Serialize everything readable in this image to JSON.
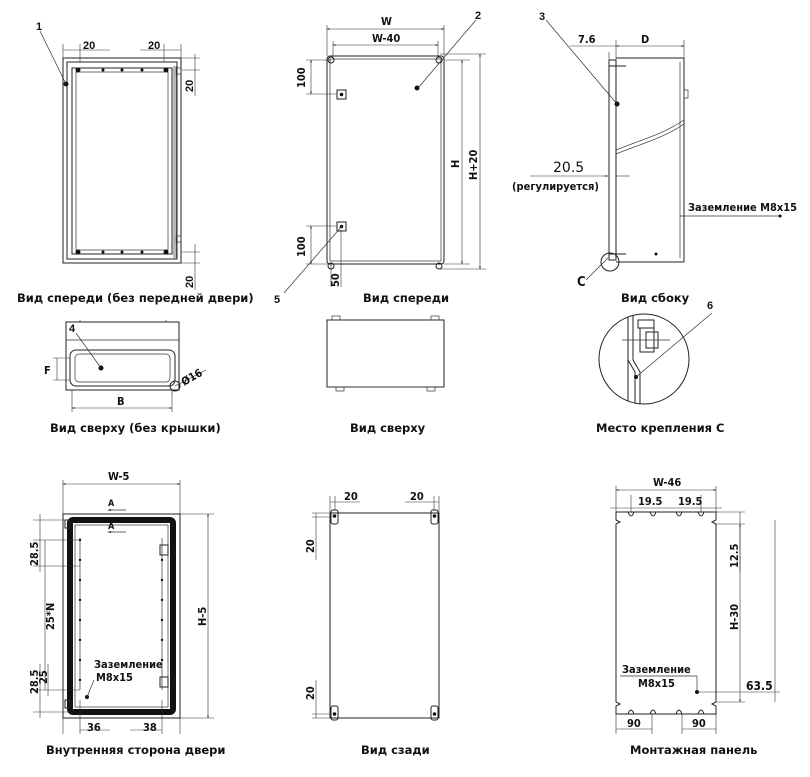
{
  "captions": {
    "front_no_door": "Вид спереди (без передней двери)",
    "front": "Вид спереди",
    "side": "Вид сбоку",
    "top_no_lid": "Вид сверху (без крышки)",
    "top": "Вид сверху",
    "mount_point": "Место крепления С",
    "door_inside": "Внутренняя сторона двери",
    "back": "Вид сзади",
    "mount_panel": "Монтажная панель"
  },
  "callouts": {
    "c1": "1",
    "c2": "2",
    "c3": "3",
    "c4": "4",
    "c5": "5",
    "c6": "6"
  },
  "dims": {
    "fnd_20a": "20",
    "fnd_20b": "20",
    "fnd_20r": "20",
    "fnd_20br": "20",
    "front_w": "W",
    "front_w40": "W-40",
    "front_100a": "100",
    "front_100b": "100",
    "front_h": "H",
    "front_h20": "H+20",
    "front_50": "50",
    "side_76": "7.6",
    "side_d": "D",
    "side_205": "20.5",
    "side_adj": "(регулируется)",
    "side_ground": "Заземление M8x15",
    "side_c": "C",
    "top_f": "F",
    "top_b": "B",
    "top_d16": "Ø16",
    "door_w5": "W-5",
    "door_a1": "A",
    "door_a2": "A",
    "door_285a": "28.5",
    "door_25n": "25*N",
    "door_285b": "28.5",
    "door_25": "25",
    "door_36": "36",
    "door_38": "38",
    "door_h5": "H-5",
    "door_ground1": "Заземление",
    "door_ground2": "M8x15",
    "back_20a": "20",
    "back_20b": "20",
    "back_20l": "20",
    "back_20bl": "20",
    "mp_w46": "W-46",
    "mp_195a": "19.5",
    "mp_195b": "19.5",
    "mp_125": "12.5",
    "mp_h30": "H-30",
    "mp_ground1": "Заземление",
    "mp_ground2": "M8x15",
    "mp_635": "63.5",
    "mp_90a": "90",
    "mp_90b": "90"
  }
}
